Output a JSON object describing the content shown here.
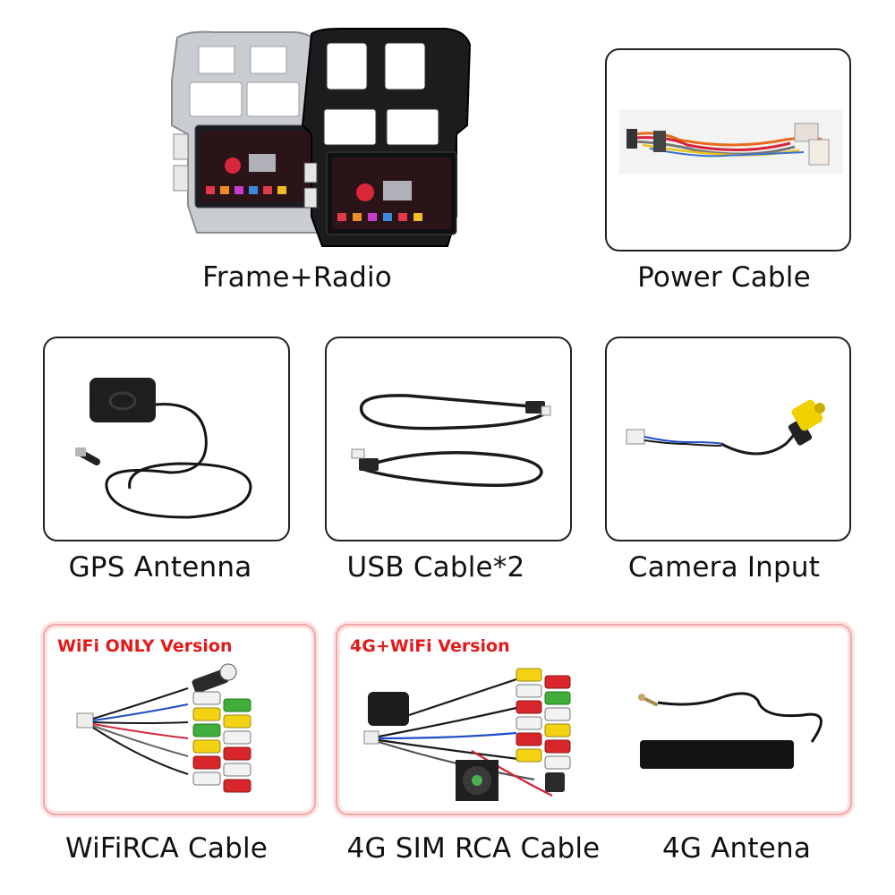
{
  "items": {
    "frame_radio": {
      "label": "Frame+Radio"
    },
    "power_cable": {
      "label": "Power Cable"
    },
    "gps_antenna": {
      "label": "GPS Antenna"
    },
    "usb_cable": {
      "label": "USB Cable*2"
    },
    "camera_input": {
      "label": "Camera Input"
    },
    "wifi_rca_cable": {
      "label": "WiFiRCA Cable"
    },
    "sim_rca_cable": {
      "label": "4G SIM RCA Cable"
    },
    "antenna_4g": {
      "label": "4G Antena"
    }
  },
  "versions": {
    "wifi_only": {
      "label": "WiFi ONLY Version"
    },
    "wifi_4g": {
      "label": "4G+WiFi Version"
    }
  },
  "colors": {
    "version_label": "#e21a1a",
    "version_border": "#f0a8a8",
    "box_border": "#222222",
    "rca_red": "#d8262b",
    "rca_white": "#f2f2f2",
    "rca_yellow": "#f3d213",
    "rca_green": "#3fae3a",
    "camera_rca_yellow": "#f1d000"
  },
  "icons": {
    "frame_radio": "car-radio-frame-icon",
    "power_cable": "wire-harness-icon",
    "gps_antenna": "gps-puck-icon",
    "usb_cable": "usb-cable-icon",
    "camera_input": "rca-plug-icon",
    "wifi_rca_cable": "rca-harness-icon",
    "sim_rca_cable": "rca-harness-fan-icon",
    "antenna_4g": "lte-antenna-icon"
  }
}
